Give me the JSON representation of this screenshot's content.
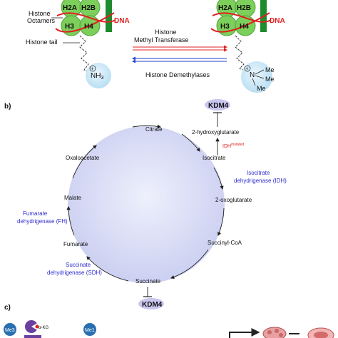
{
  "panel_a": {
    "histone_labels": [
      "H2A",
      "H2B",
      "H3",
      "H4"
    ],
    "dna_label": "DNA",
    "histone_octamers_label": [
      "Histone",
      "Octamers"
    ],
    "histone_tail_label": "Histone tail",
    "nh3_label": "NH",
    "nh3_subscript": "3",
    "charge_symbol": "+",
    "methyl_transferase_label": [
      "Histone",
      "Methyl Transferase"
    ],
    "demethylases_label": "Histone Demethylases",
    "me_labels": [
      "Me",
      "Me",
      "Me"
    ],
    "n_label": "N"
  },
  "panel_b": {
    "label": "b)",
    "kdm4_top": "KDM4",
    "kdm4_bottom": "KDM4",
    "two_hg": "2-hydroxyglutarate",
    "idh_mut_main": "IDH",
    "idh_mut_sup": "mutated",
    "cycle_metabolites": [
      "Citrate",
      "Isocitrate",
      "2-oxoglutarate",
      "Succinyl-CoA",
      "Succinate",
      "Fumarate",
      "Malate",
      "Oxaloacetate"
    ],
    "enzyme_idh": [
      "Isocitrate",
      "dehydrigenase (IDH)"
    ],
    "enzyme_fh": [
      "Fumarate",
      "dehydrigenase (FH)"
    ],
    "enzyme_sdh": [
      "Succinate",
      "dehydrigenase (SDH)"
    ]
  },
  "panel_c": {
    "label": "c)",
    "me3_badge": "Me3",
    "me1_badge": "Me1",
    "akg_label": "α-KG"
  },
  "colors": {
    "histone_green": "#6cc24a",
    "dna_red": "#e02020",
    "dna_bar_green": "#1e8c2e",
    "enzyme_blue": "#2b2bd0",
    "kdm4_fill": "#c9c6ef",
    "circle_fill": "#d6d9f5",
    "nh3_bubble": "#cfe9f7",
    "arrow_red": "#e02020",
    "arrow_blue": "#2040d0"
  }
}
